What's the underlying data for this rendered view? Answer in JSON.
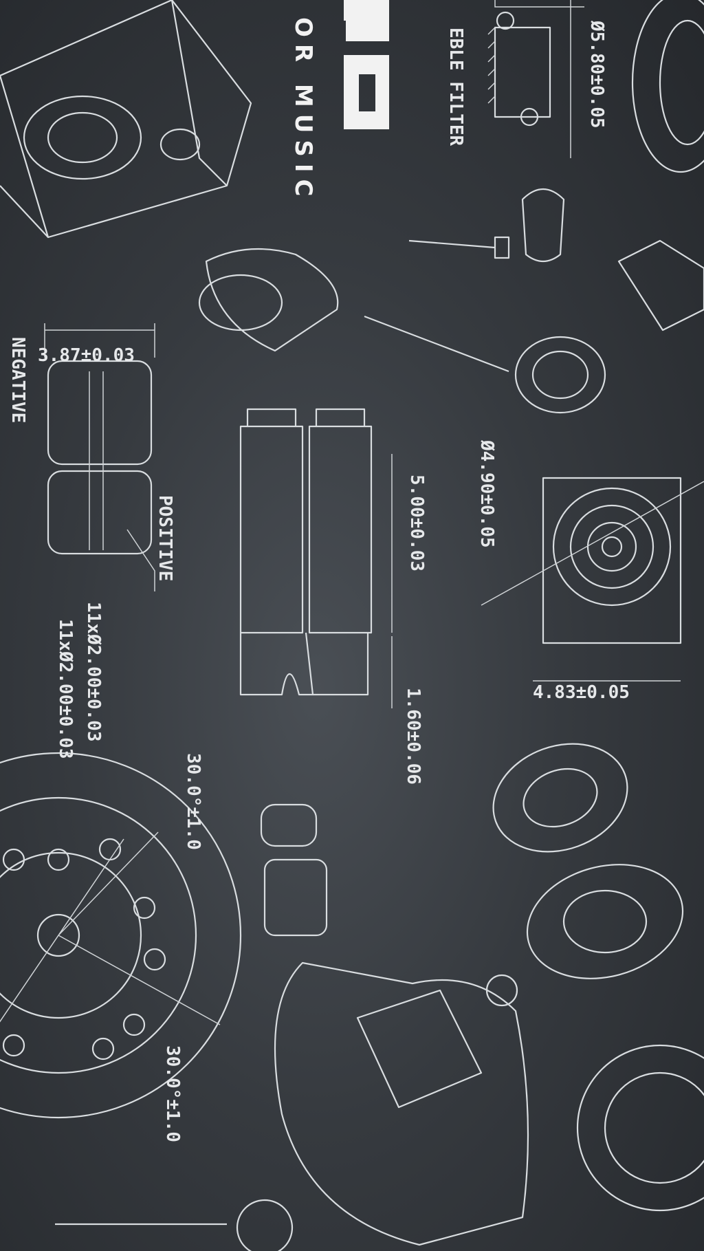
{
  "logo": {
    "partial": "IIO",
    "tagline": "OR MUSIC"
  },
  "labels": {
    "filter": "EBLE FILTER",
    "dim_580": "Ø5.80±0.05",
    "dim_387": "3.87±0.03",
    "negative": "NEGATIVE",
    "positive": "POSITIVE",
    "dim_500": "5.00±0.03",
    "dim_160": "1.60±0.06",
    "dim_490": "Ø4.90±0.05",
    "dim_483": "4.83±0.05",
    "holes_a": "11xØ2.00±0.03",
    "holes_b": "11xØ2.00±0.03",
    "angle_a": "30.0°±1.0",
    "angle_b": "30.0°±1.0"
  }
}
